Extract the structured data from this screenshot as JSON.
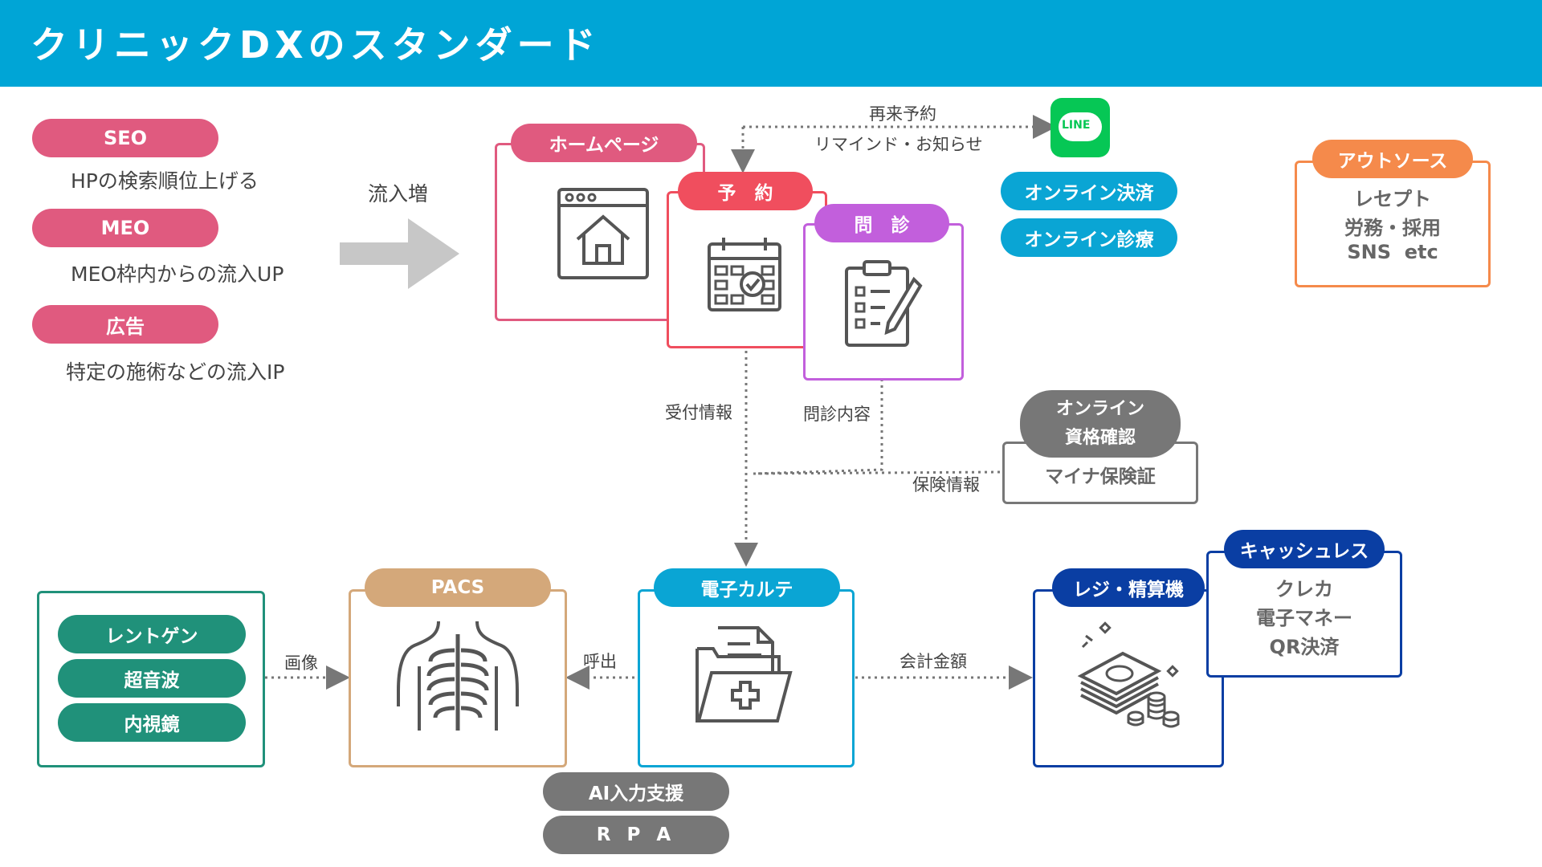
{
  "header": {
    "title": "クリニックDXのスタンダード"
  },
  "left_list": [
    {
      "tag": "SEO",
      "desc": "HPの検索順位上げる"
    },
    {
      "tag": "MEO",
      "desc": "MEO枠内からの流入UP"
    },
    {
      "tag": "広告",
      "desc": "特定の施術などの流入IP"
    }
  ],
  "flow_label": "流入増",
  "cards": {
    "homepage": "ホームページ",
    "reservation": "予　約",
    "interview": "問　診",
    "outsource": "アウトソース",
    "emr": "電子カルテ",
    "pacs": "PACS",
    "register": "レジ・精算機",
    "cashless": "キャッシュレス",
    "online_qual": "オンライン\n資格確認"
  },
  "outsource_items": [
    "レセプト",
    "労務・採用",
    "SNS  etc"
  ],
  "cashless_items": [
    "クレカ",
    "電子マネー",
    "QR決済"
  ],
  "online_pills": [
    "オンライン決済",
    "オンライン診療"
  ],
  "line_logo": "LINE",
  "line_labels": {
    "revisit": "再来予約",
    "reminder": "リマインド・お知らせ"
  },
  "myna_label": "マイナ保険証",
  "connector_labels": {
    "reception": "受付情報",
    "interview_content": "問診内容",
    "insurance": "保険情報",
    "image": "画像",
    "call": "呼出",
    "billing": "会計金額"
  },
  "modalities": [
    "レントゲン",
    "超音波",
    "内視鏡"
  ],
  "emr_support": [
    "AI入力支援",
    "R P A"
  ],
  "colors": {
    "header": "#00a5d6",
    "pink": "#e05a7f",
    "red": "#f04e5e",
    "purple": "#c25fdc",
    "orange": "#f58a4b",
    "blue": "#0aa5d4",
    "navy": "#0a3ea3",
    "gray": "#777777",
    "green": "#20917a",
    "tan": "#d4a87a",
    "line_green": "#06c755"
  }
}
